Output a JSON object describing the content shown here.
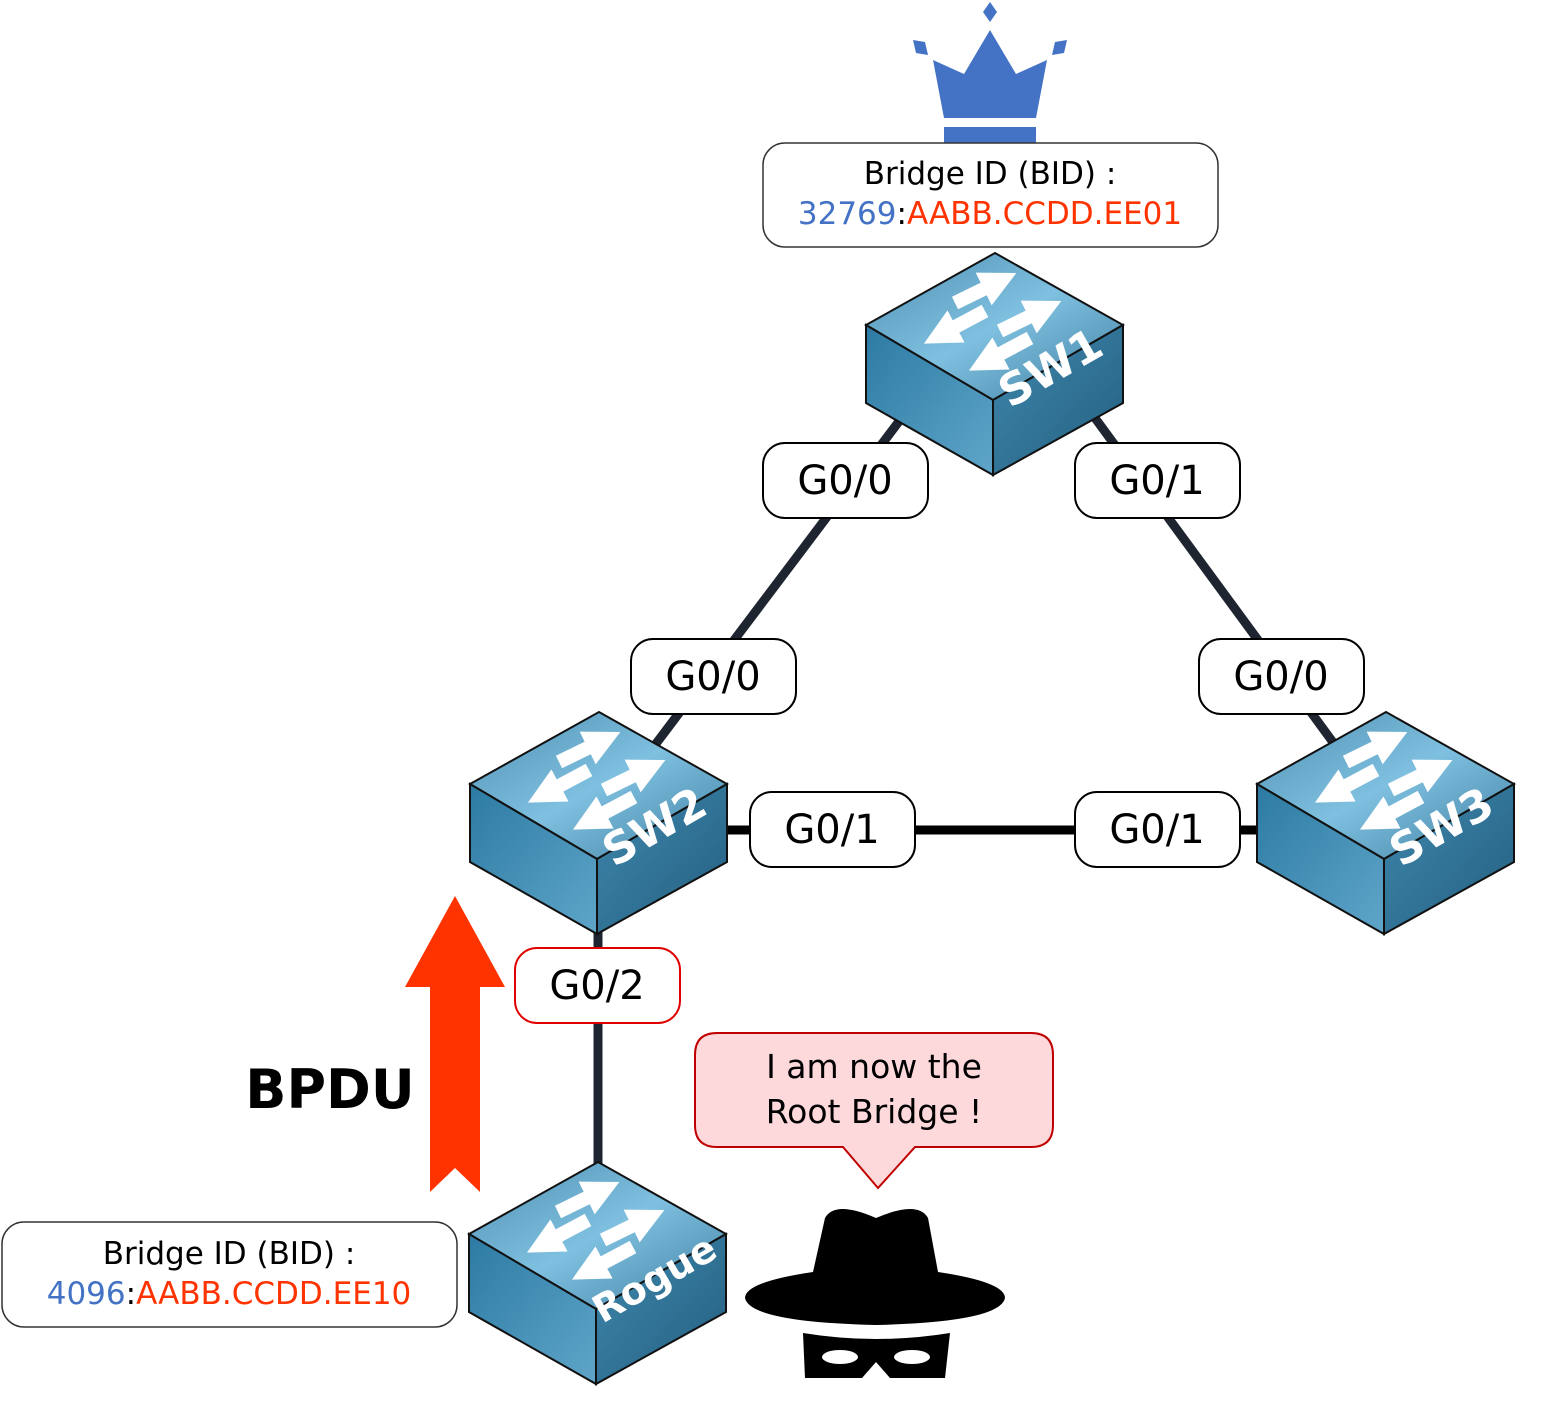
{
  "colors": {
    "crown": "#4472c4",
    "priority": "#4472c4",
    "mac": "#ff3300",
    "arrow": "#ff3300",
    "link": "#1f2530",
    "bubble_fill": "#fdd9dc",
    "bubble_stroke": "#c00000",
    "switch_top": "#6fb3d6",
    "switch_side": "#2f7ea4"
  },
  "root_bid": {
    "label": "Bridge ID (BID) :",
    "priority": "32769",
    "separator": ":",
    "mac": "AABB.CCDD.EE01"
  },
  "rogue_bid": {
    "label": "Bridge ID (BID) :",
    "priority": "4096",
    "separator": ":",
    "mac": "AABB.CCDD.EE10"
  },
  "switches": {
    "sw1": "SW1",
    "sw2": "SW2",
    "sw3": "SW3",
    "rogue": "Rogue"
  },
  "ports": {
    "sw1_g00": "G0/0",
    "sw1_g01": "G0/1",
    "sw2_g00": "G0/0",
    "sw2_g01": "G0/1",
    "sw2_g02": "G0/2",
    "sw3_g00": "G0/0",
    "sw3_g01": "G0/1"
  },
  "bpdu_label": "BPDU",
  "speech": {
    "line1": "I am now the",
    "line2": "Root Bridge !"
  },
  "icons": {
    "crown": "crown-icon",
    "hacker": "hacker-icon",
    "switch": "switch-icon",
    "arrow": "arrow-up-icon"
  }
}
